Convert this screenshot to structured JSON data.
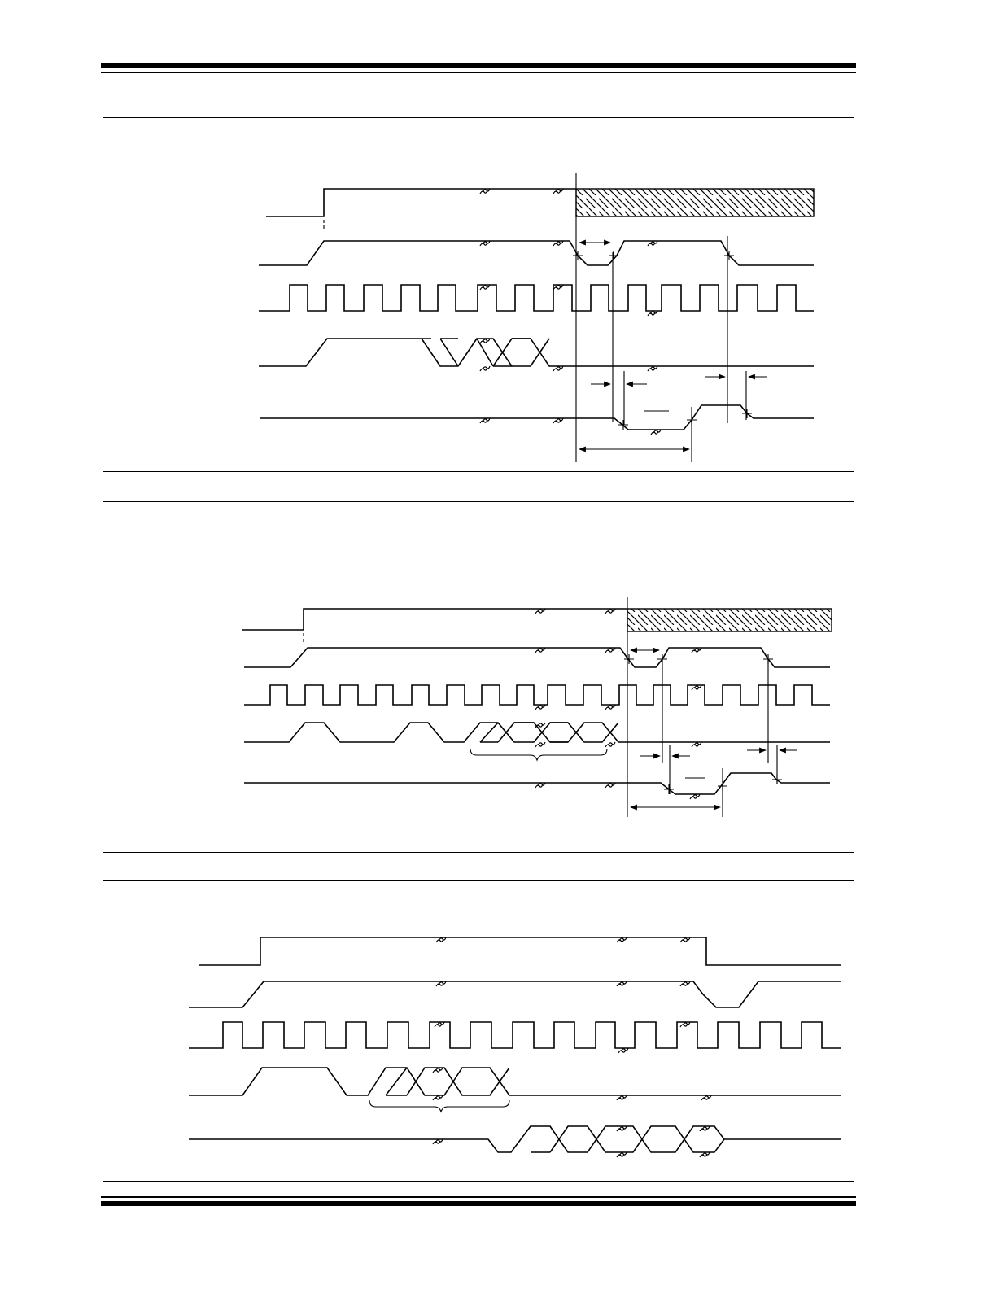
{
  "page": {
    "header_rule": "top-double-rule",
    "footer_rule": "bottom-double-rule"
  },
  "diagrams": [
    {
      "name": "timing-diagram-1",
      "signals": 5,
      "labels_visible": false
    },
    {
      "name": "timing-diagram-2",
      "signals": 5,
      "labels_visible": false
    },
    {
      "name": "timing-diagram-3",
      "signals": 5,
      "labels_visible": false
    }
  ],
  "icons": [
    "break-mark-icon",
    "arrow-icon",
    "hatch-pattern"
  ]
}
